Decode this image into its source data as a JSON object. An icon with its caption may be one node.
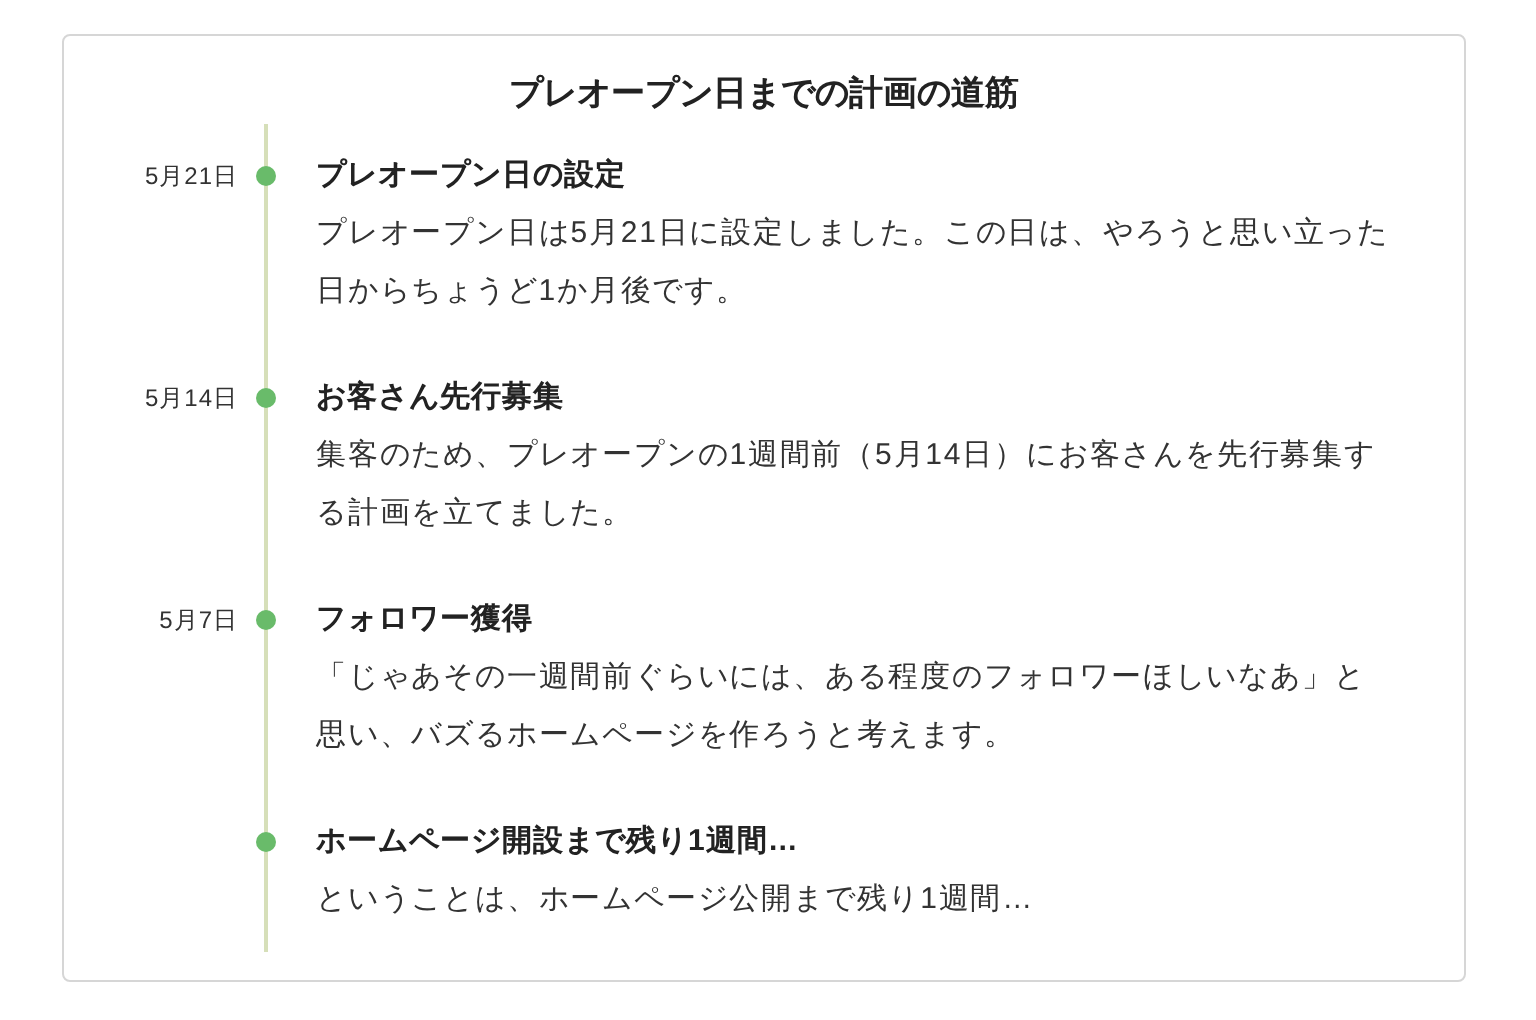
{
  "diagram": {
    "title": "プレオープン日までの計画の道筋",
    "nodes": [
      {
        "text": [
          "プレオープン日の設定",
          "プレオープン日は5月21日に設定しました。この日は、やろうと思い立った日からちょうど1か月後です。"
        ],
        "beside": [
          "5月21日"
        ]
      },
      {
        "text": [
          "お客さん先行募集",
          "集客のため、プレオープンの1週間前（5月14日）にお客さんを先行募集する計画を立てました。"
        ],
        "beside": [
          "5月14日"
        ]
      },
      {
        "text": [
          "フォロワー獲得",
          "「じゃあその一週間前ぐらいには、ある程度のフォロワーほしいなあ」と思い、バズるホームページを作ろうと考えます。"
        ],
        "beside": [
          "5月7日"
        ]
      },
      {
        "text": [
          "ホームページ開設まで残り1週間…",
          "ということは、ホームページ公開まで残り1週間…"
        ]
      }
    ]
  }
}
